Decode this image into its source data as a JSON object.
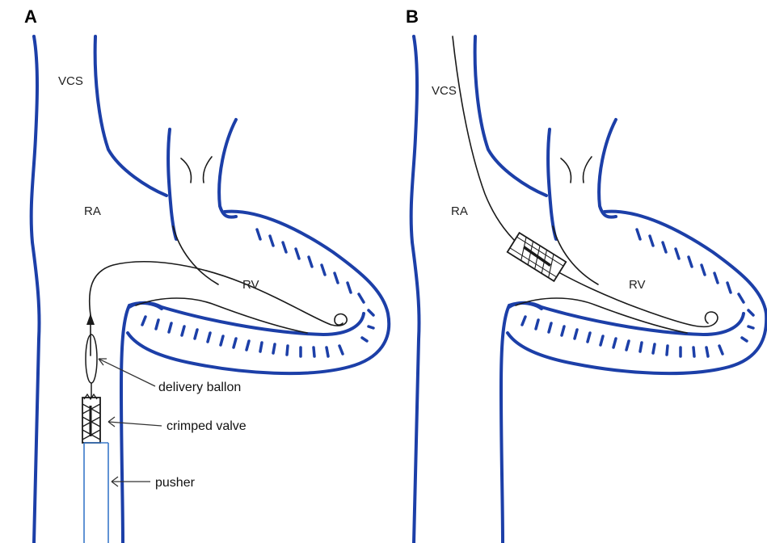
{
  "panels": [
    {
      "letter": "A",
      "labels": {
        "vcs": "VCS",
        "ra": "RA",
        "rv": "RV"
      },
      "callouts": [
        "delivery ballon",
        "crimped valve",
        "pusher"
      ]
    },
    {
      "letter": "B",
      "labels": {
        "vcs": "VCS",
        "ra": "RA",
        "rv": "RV"
      }
    }
  ],
  "colors": {
    "vessel": "#1c3fa8",
    "pusher": "#3a78c9",
    "ink": "#1a1a1a"
  }
}
